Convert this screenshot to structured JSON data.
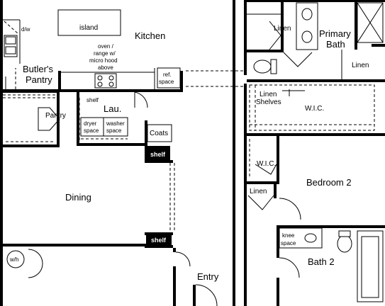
{
  "labels": {
    "dw": "d/w",
    "island": "island",
    "kitchen": "Kitchen",
    "oven_line1": "oven /",
    "oven_line2": "range w/",
    "oven_line3": "micro hood",
    "oven_line4": "above",
    "ref_line1": "ref.",
    "ref_line2": "space",
    "butlers_line1": "Butler's",
    "butlers_line2": "Pantry",
    "pantry": "Pantry",
    "shelf_lau": "shelf",
    "laundry": "Lau.",
    "dryer_line1": "dryer",
    "dryer_line2": "space",
    "washer_line1": "washer",
    "washer_line2": "space",
    "coats": "Coats",
    "shelf_top": "shelf",
    "dining": "Dining",
    "shelf_bottom": "shelf",
    "wh": "w/h",
    "entry": "Entry",
    "linen_top": "Linen",
    "primary_line1": "Primary",
    "primary_line2": "Bath",
    "linen_right": "Linen",
    "linen_shelves_line1": "Linen",
    "linen_shelves_line2": "Shelves",
    "wic_primary": "W.I.C.",
    "wic_bed2": "W.I.C.",
    "bedroom2": "Bedroom 2",
    "linen_mid": "Linen",
    "knee_line1": "knee",
    "knee_line2": "space",
    "bath2": "Bath 2"
  }
}
